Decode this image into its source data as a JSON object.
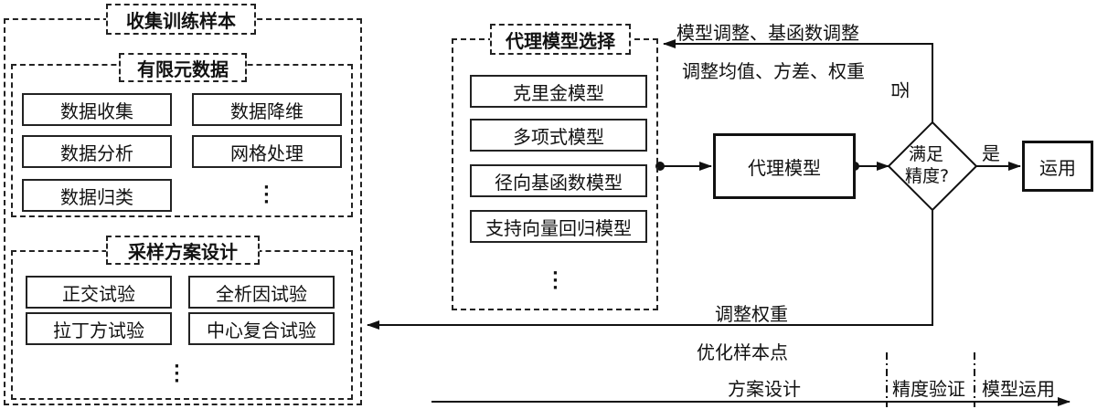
{
  "sample_collection": {
    "title": "收集训练样本",
    "fem": {
      "title": "有限元数据",
      "items": [
        "数据收集",
        "数据降维",
        "数据分析",
        "网格处理",
        "数据归类"
      ]
    },
    "sampling": {
      "title": "采样方案设计",
      "items": [
        "正交试验",
        "全析因试验",
        "拉丁方试验",
        "中心复合试验"
      ]
    }
  },
  "surrogate_selection": {
    "title": "代理模型选择",
    "items": [
      "克里金模型",
      "多项式模型",
      "径向基函数模型",
      "支持向量回归模型"
    ]
  },
  "surrogate_model": "代理模型",
  "decision": {
    "line1": "满足",
    "line2": "精度?"
  },
  "yes_label": "是",
  "no_label": "否",
  "application": "运用",
  "feedback": {
    "line1": "模型调整、基函数调整",
    "line2": "调整均值、方差、权重"
  },
  "bottom_feedback": {
    "line1": "调整权重",
    "line2": "优化样本点"
  },
  "phases": [
    "方案设计",
    "精度验证",
    "模型运用"
  ]
}
